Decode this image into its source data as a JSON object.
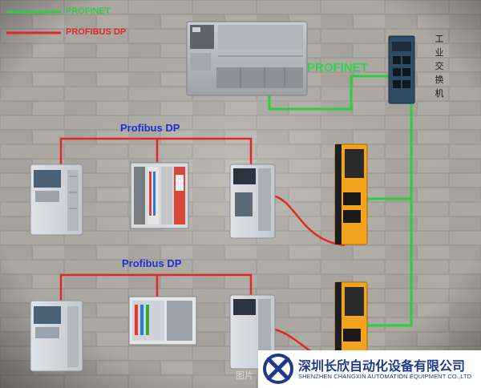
{
  "legend": {
    "profinet": {
      "label": "PROFINET",
      "color": "#2ecc40"
    },
    "profibus": {
      "label": "PROFIBUS  DP",
      "color": "#e3262a"
    }
  },
  "links": {
    "profinet_label": "PROFINET",
    "dp_top_label": "Profibus  DP",
    "dp_bottom_label": "Profibus  DP"
  },
  "switch_label_chars": [
    "工",
    "业",
    "交",
    "换",
    "机"
  ],
  "caption": "图片",
  "logo": {
    "company_cn": "深圳长欣自动化设备有限公司",
    "company_en": "SHENZHEN CHANGXIN AUTOMATION EQUIPMENT CO.,LTD"
  },
  "colors": {
    "profinet_line": "#2ecc40",
    "profibus_line": "#e3262a",
    "gateway_body": "#f2a31b",
    "logo_blue": "#1f3a8a"
  },
  "icons": [
    "plc-module",
    "industrial-switch",
    "vfd-drive",
    "remote-io",
    "servo-drive",
    "profinet-gateway",
    "changxin-logo"
  ]
}
